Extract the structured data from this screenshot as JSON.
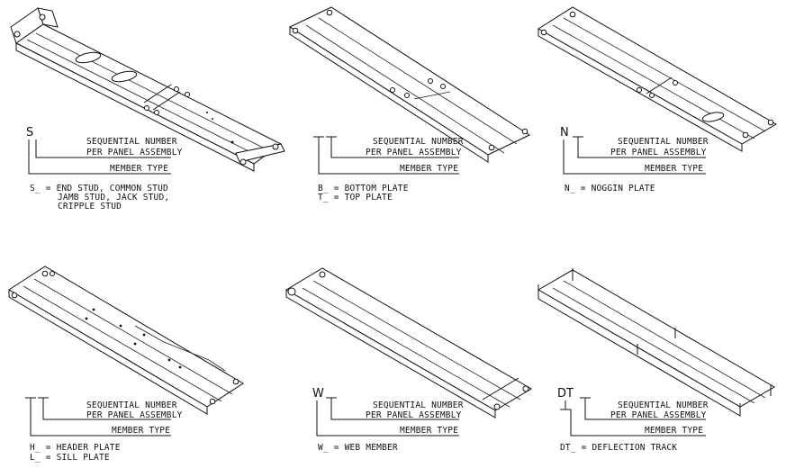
{
  "panels": [
    {
      "code": "S",
      "label_number": "SEQUENTIAL NUMBER",
      "label_assembly": "PER PANEL ASSEMBLY",
      "label_type": "MEMBER TYPE",
      "legend": [
        "S_ = END STUD, COMMON STUD",
        "JAMB STUD, JACK STUD,",
        "CRIPPLE STUD"
      ]
    },
    {
      "code": "",
      "label_number": "SEQUENTIAL NUMBER",
      "label_assembly": "PER PANEL ASSEMBLY",
      "label_type": "MEMBER TYPE",
      "legend": [
        "B_ = BOTTOM PLATE",
        "T_ = TOP PLATE"
      ]
    },
    {
      "code": "N",
      "label_number": "SEQUENTIAL NUMBER",
      "label_assembly": "PER PANEL ASSEMBLY",
      "label_type": "MEMBER TYPE",
      "legend": [
        "N_ = NOGGIN PLATE"
      ]
    },
    {
      "code": "",
      "label_number": "SEQUENTIAL NUMBER",
      "label_assembly": "PER PANEL ASSEMBLY",
      "label_type": "MEMBER TYPE",
      "legend": [
        "H_ = HEADER PLATE",
        "L_ = SILL PLATE"
      ]
    },
    {
      "code": "W",
      "label_number": "SEQUENTIAL NUMBER",
      "label_assembly": "PER PANEL ASSEMBLY",
      "label_type": "MEMBER TYPE",
      "legend": [
        "W_ = WEB MEMBER"
      ]
    },
    {
      "code": "DT",
      "label_number": "SEQUENTIAL NUMBER",
      "label_assembly": "PER PANEL ASSEMBLY",
      "label_type": "MEMBER TYPE",
      "legend": [
        "DT_ = DEFLECTION TRACK"
      ]
    }
  ]
}
